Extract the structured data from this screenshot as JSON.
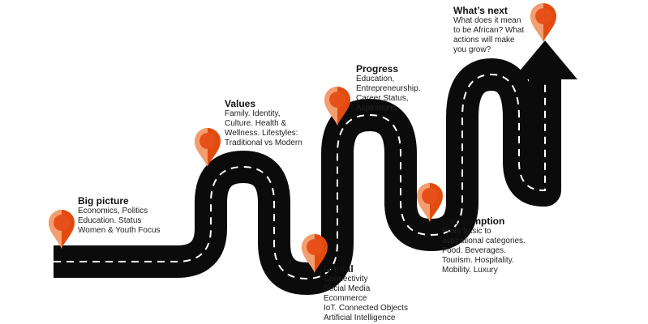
{
  "milestones": [
    {
      "id": "big-picture",
      "title": "Big picture",
      "lines": [
        "Economics, Politics",
        "Education. Status",
        "Women & Youth Focus"
      ]
    },
    {
      "id": "values",
      "title": "Values",
      "lines": [
        "Family. Identity,",
        "Culture. Health &",
        "Wellness. Lifestyles:",
        "Traditional vs Modern"
      ]
    },
    {
      "id": "digital",
      "title": "Digital",
      "lines": [
        "Connectivity",
        "Social Media",
        "Ecommerce",
        "IoT. Connected Objects",
        "Artificial Intelligence"
      ]
    },
    {
      "id": "progress",
      "title": "Progress",
      "lines": [
        "Education,",
        "Entrepreneurship.",
        "Career Status,",
        "Aspirations"
      ]
    },
    {
      "id": "consumption",
      "title": "Consumption",
      "lines": [
        "From basic to",
        "aspirational categories.",
        "Food. Beverages.",
        "Tourism. Hospitality.",
        "Mobility. Luxury"
      ]
    },
    {
      "id": "whats-next",
      "title": "What’s next",
      "lines": [
        "What does it mean",
        "to be African? What",
        "actions will make",
        "you grow?"
      ]
    }
  ],
  "colors": {
    "road": "#0b0b0b",
    "lane": "#ffffff",
    "pin_dark": "#e24a0e",
    "pin_light": "#f4a77a",
    "text": "#222222"
  },
  "icons": {
    "pin": "map-pin-icon",
    "arrow": "arrow-up-icon"
  }
}
